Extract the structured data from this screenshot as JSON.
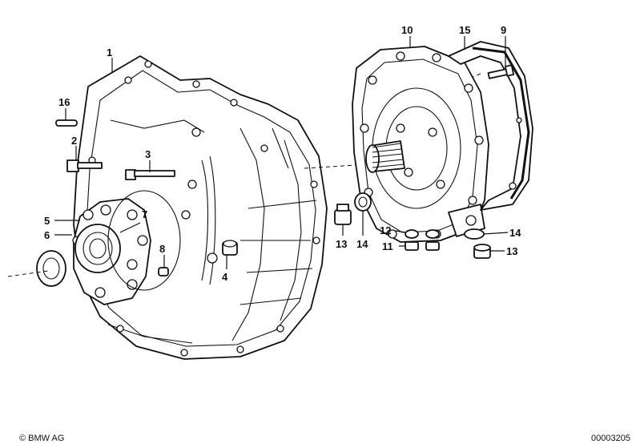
{
  "callouts": [
    {
      "id": "c1",
      "label": "1"
    },
    {
      "id": "c2",
      "label": "2"
    },
    {
      "id": "c3",
      "label": "3"
    },
    {
      "id": "c4",
      "label": "4"
    },
    {
      "id": "c5",
      "label": "5"
    },
    {
      "id": "c6",
      "label": "6"
    },
    {
      "id": "c7",
      "label": "7"
    },
    {
      "id": "c8",
      "label": "8"
    },
    {
      "id": "c9",
      "label": "9"
    },
    {
      "id": "c10",
      "label": "10"
    },
    {
      "id": "c11",
      "label": "11"
    },
    {
      "id": "c12",
      "label": "12"
    },
    {
      "id": "c13a",
      "label": "13"
    },
    {
      "id": "c13b",
      "label": "13"
    },
    {
      "id": "c14a",
      "label": "14"
    },
    {
      "id": "c14b",
      "label": "14"
    },
    {
      "id": "c15",
      "label": "15"
    },
    {
      "id": "c16",
      "label": "16"
    }
  ],
  "footer": {
    "copyright": "© BMW AG",
    "doc_number": "00003205"
  }
}
